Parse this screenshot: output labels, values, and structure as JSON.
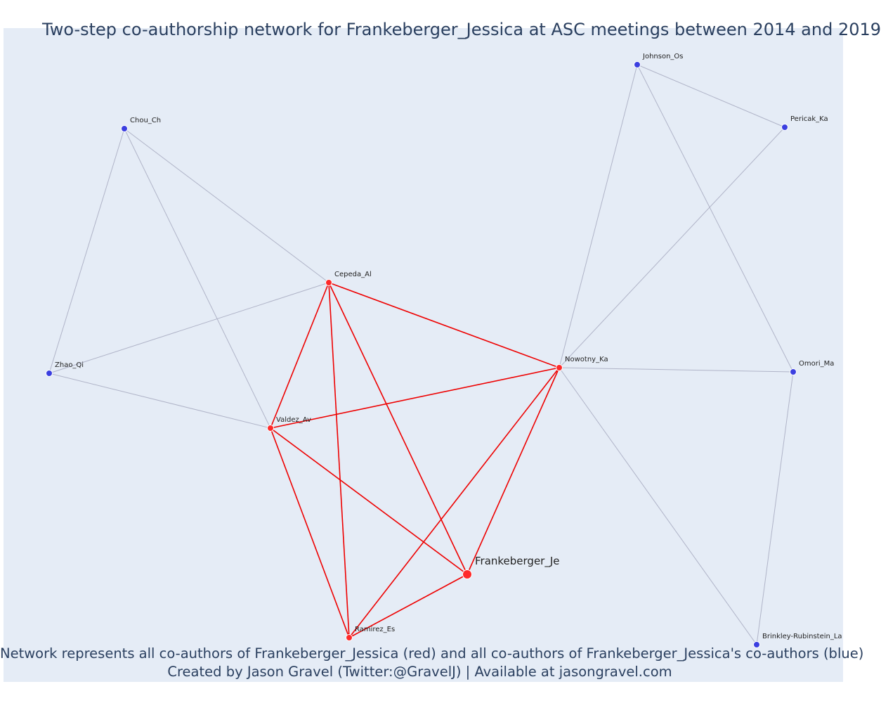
{
  "title": "Two-step co-authorship network for Frankeberger_Jessica at ASC meetings between 2014 and 2019",
  "caption_line1": "Network represents all co-authors of Frankeberger_Jessica (red) and all co-authors of Frankeberger_Jessica's co-authors (blue)",
  "caption_line2": "Created by Jason Gravel (Twitter:@GravelJ) | Available at jasongravel.com",
  "colors": {
    "background": "#e5ecf6",
    "direct_node": "#ff2a2a",
    "indirect_node": "#3b3fe0",
    "direct_edge": "#ee0000",
    "indirect_edge": "#b0b4c8",
    "text": "#2a3f5f"
  },
  "chart_data": {
    "type": "network",
    "nodes": [
      {
        "id": "Frankeberger_Je",
        "group": "focal"
      },
      {
        "id": "Cepeda_Al",
        "group": "direct"
      },
      {
        "id": "Nowotny_Ka",
        "group": "direct"
      },
      {
        "id": "Valdez_Av",
        "group": "direct"
      },
      {
        "id": "Ramirez_Es",
        "group": "direct"
      },
      {
        "id": "Chou_Ch",
        "group": "indirect"
      },
      {
        "id": "Zhao_Qi",
        "group": "indirect"
      },
      {
        "id": "Johnson_Os",
        "group": "indirect"
      },
      {
        "id": "Pericak_Ka",
        "group": "indirect"
      },
      {
        "id": "Omori_Ma",
        "group": "indirect"
      },
      {
        "id": "Brinkley-Rubinstein_La",
        "group": "indirect"
      }
    ],
    "edges": [
      {
        "source": "Chou_Ch",
        "target": "Zhao_Qi",
        "type": "indirect"
      },
      {
        "source": "Chou_Ch",
        "target": "Cepeda_Al",
        "type": "indirect"
      },
      {
        "source": "Chou_Ch",
        "target": "Valdez_Av",
        "type": "indirect"
      },
      {
        "source": "Zhao_Qi",
        "target": "Cepeda_Al",
        "type": "indirect"
      },
      {
        "source": "Zhao_Qi",
        "target": "Valdez_Av",
        "type": "indirect"
      },
      {
        "source": "Johnson_Os",
        "target": "Pericak_Ka",
        "type": "indirect"
      },
      {
        "source": "Johnson_Os",
        "target": "Nowotny_Ka",
        "type": "indirect"
      },
      {
        "source": "Johnson_Os",
        "target": "Omori_Ma",
        "type": "indirect"
      },
      {
        "source": "Pericak_Ka",
        "target": "Nowotny_Ka",
        "type": "indirect"
      },
      {
        "source": "Nowotny_Ka",
        "target": "Omori_Ma",
        "type": "indirect"
      },
      {
        "source": "Nowotny_Ka",
        "target": "Brinkley-Rubinstein_La",
        "type": "indirect"
      },
      {
        "source": "Omori_Ma",
        "target": "Brinkley-Rubinstein_La",
        "type": "indirect"
      },
      {
        "source": "Cepeda_Al",
        "target": "Nowotny_Ka",
        "type": "direct"
      },
      {
        "source": "Cepeda_Al",
        "target": "Valdez_Av",
        "type": "direct"
      },
      {
        "source": "Cepeda_Al",
        "target": "Ramirez_Es",
        "type": "direct"
      },
      {
        "source": "Cepeda_Al",
        "target": "Frankeberger_Je",
        "type": "direct"
      },
      {
        "source": "Nowotny_Ka",
        "target": "Valdez_Av",
        "type": "direct"
      },
      {
        "source": "Nowotny_Ka",
        "target": "Ramirez_Es",
        "type": "direct"
      },
      {
        "source": "Nowotny_Ka",
        "target": "Frankeberger_Je",
        "type": "direct"
      },
      {
        "source": "Valdez_Av",
        "target": "Ramirez_Es",
        "type": "direct"
      },
      {
        "source": "Valdez_Av",
        "target": "Frankeberger_Je",
        "type": "direct"
      },
      {
        "source": "Ramirez_Es",
        "target": "Frankeberger_Je",
        "type": "direct"
      }
    ]
  }
}
